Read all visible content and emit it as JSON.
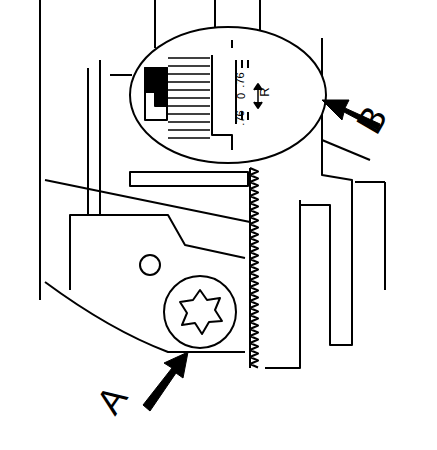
{
  "diagram": {
    "labels": [
      "A",
      "B",
      ".76",
      "0",
      ".76",
      "R"
    ]
  }
}
